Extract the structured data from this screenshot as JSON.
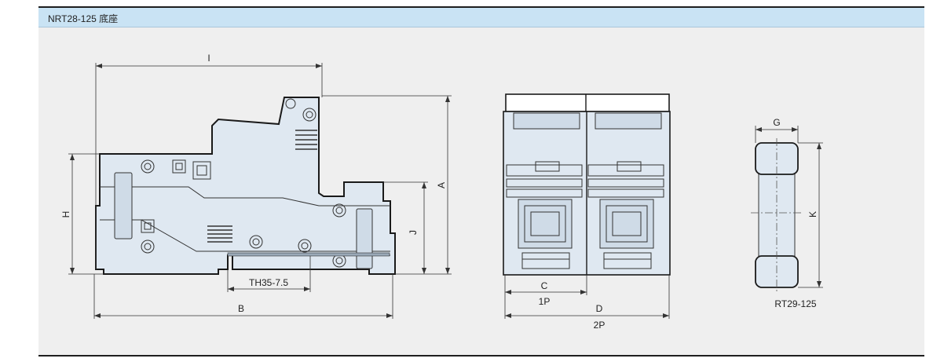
{
  "header": {
    "title": "NRT28-125 底座"
  },
  "labels": {
    "I": "I",
    "H": "H",
    "A": "A",
    "J": "J",
    "B": "B",
    "rail": "TH35-7.5",
    "C": "C",
    "D": "D",
    "one_p": "1P",
    "two_p": "2P",
    "G": "G",
    "K": "K",
    "fuse": "RT29-125"
  },
  "colors": {
    "header_bg": "#c9e3f4",
    "panel_bg": "#efefef",
    "part_fill": "#dfe8f1"
  }
}
